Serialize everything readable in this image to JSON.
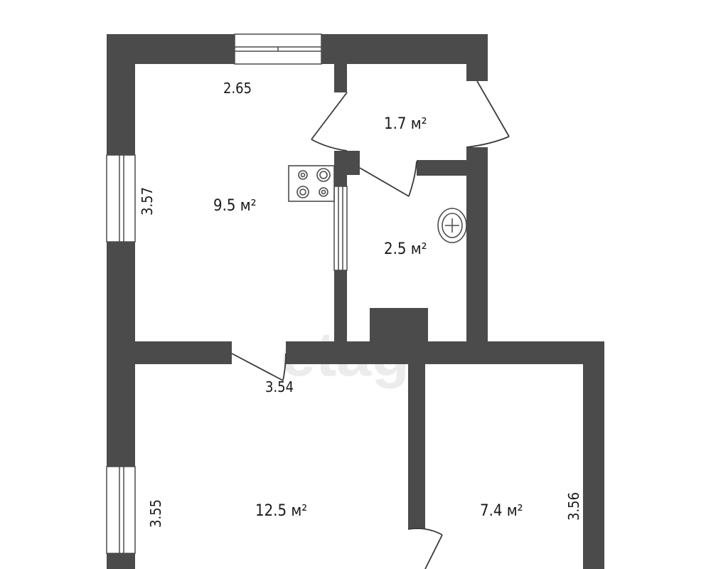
{
  "rooms": [
    {
      "id": "kitchen",
      "area_label": "9.5 м²"
    },
    {
      "id": "vestibule",
      "area_label": "1.7 м²"
    },
    {
      "id": "bathroom",
      "area_label": "2.5 м²"
    },
    {
      "id": "living-room",
      "area_label": "12.5 м²"
    },
    {
      "id": "bedroom",
      "area_label": "7.4 м²"
    }
  ],
  "dimensions": {
    "kitchen_width": "2.65",
    "kitchen_height": "3.57",
    "living_width": "3.54",
    "living_height": "3.55",
    "bedroom_height": "3.56"
  },
  "watermark": "etagi",
  "colors": {
    "wall": "#4b4b4b",
    "background": "#ffffff",
    "watermark": "#d6d6d6"
  },
  "fixtures": [
    "stove-icon",
    "sink-icon"
  ]
}
